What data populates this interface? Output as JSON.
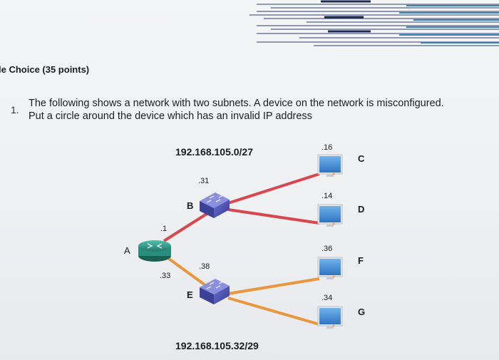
{
  "section_title": "le Choice (35 points)",
  "question": {
    "number": "1.",
    "line1": "The following shows a network with two subnets. A device on the network is misconfigured.",
    "line2": "Put a circle around the device which has an invalid IP address"
  },
  "diagram": {
    "subnet_top": "192.168.105.0/27",
    "subnet_bottom": "192.168.105.32/29",
    "router": {
      "name": "A",
      "ip_top": ".1",
      "ip_bottom": ".33"
    },
    "switch_b": {
      "name": "B",
      "ip": ".31"
    },
    "switch_e": {
      "name": "E",
      "ip": ".38"
    },
    "hosts": [
      {
        "name": "C",
        "ip": ".16"
      },
      {
        "name": "D",
        "ip": ".14"
      },
      {
        "name": "F",
        "ip": ".36"
      },
      {
        "name": "G",
        "ip": ".34"
      }
    ],
    "colors": {
      "link_top": "#d8474e",
      "link_bottom": "#e8973f",
      "router": "#2f9a88",
      "switch": "#4a4fb0",
      "host": "#3a86d4"
    }
  }
}
